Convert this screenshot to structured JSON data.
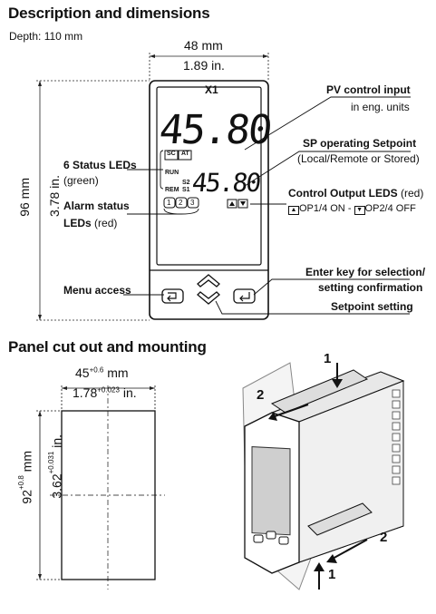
{
  "section1": {
    "title": "Description and dimensions",
    "depth": "Depth: 110 mm",
    "width_mm": "48 mm",
    "width_in": "1.89 in.",
    "height_mm": "96 mm",
    "height_in": "3.78 in."
  },
  "device": {
    "model": "X1",
    "pv_display": "45.80",
    "sp_display": "45.80",
    "led_sc": "SC",
    "led_at": "AT",
    "led_run": "RUN",
    "led_rem": "REM",
    "led_s1": "S1",
    "led_s2": "S2",
    "alarm_leds": [
      "1",
      "2",
      "3"
    ]
  },
  "labels": {
    "status_leds_title": "6 Status LEDs",
    "status_leds_sub": "(green)",
    "alarm_title": "Alarm status",
    "alarm_sub_a": "LEDs",
    "alarm_sub_b": "(red)",
    "pv_title": "PV control input",
    "pv_sub": "in eng. units",
    "sp_title": "SP operating Setpoint",
    "sp_sub": "(Local/Remote or Stored)",
    "control_title": "Control Output LEDS",
    "control_sub": "(red)",
    "op1": "OP1/4 ON",
    "sep": "-",
    "op2": "OP2/4 OFF",
    "menu_access": "Menu access",
    "enter_key_a": "Enter key for selection/",
    "enter_key_b": "setting confirmation",
    "setpoint_setting": "Setpoint setting"
  },
  "section2": {
    "title": "Panel cut out and mounting",
    "width_mm_base": "45",
    "width_mm_tol": "+0.6",
    "width_mm_unit": "mm",
    "width_in_base": "1.78",
    "width_in_tol": "+0.023",
    "width_in_unit": "in.",
    "height_mm_base": "92",
    "height_mm_tol": "+0.8",
    "height_mm_unit": "mm",
    "height_in_base": "3.62",
    "height_in_tol": "+0.031",
    "height_in_unit": "in.",
    "step1": "1",
    "step2": "2"
  }
}
